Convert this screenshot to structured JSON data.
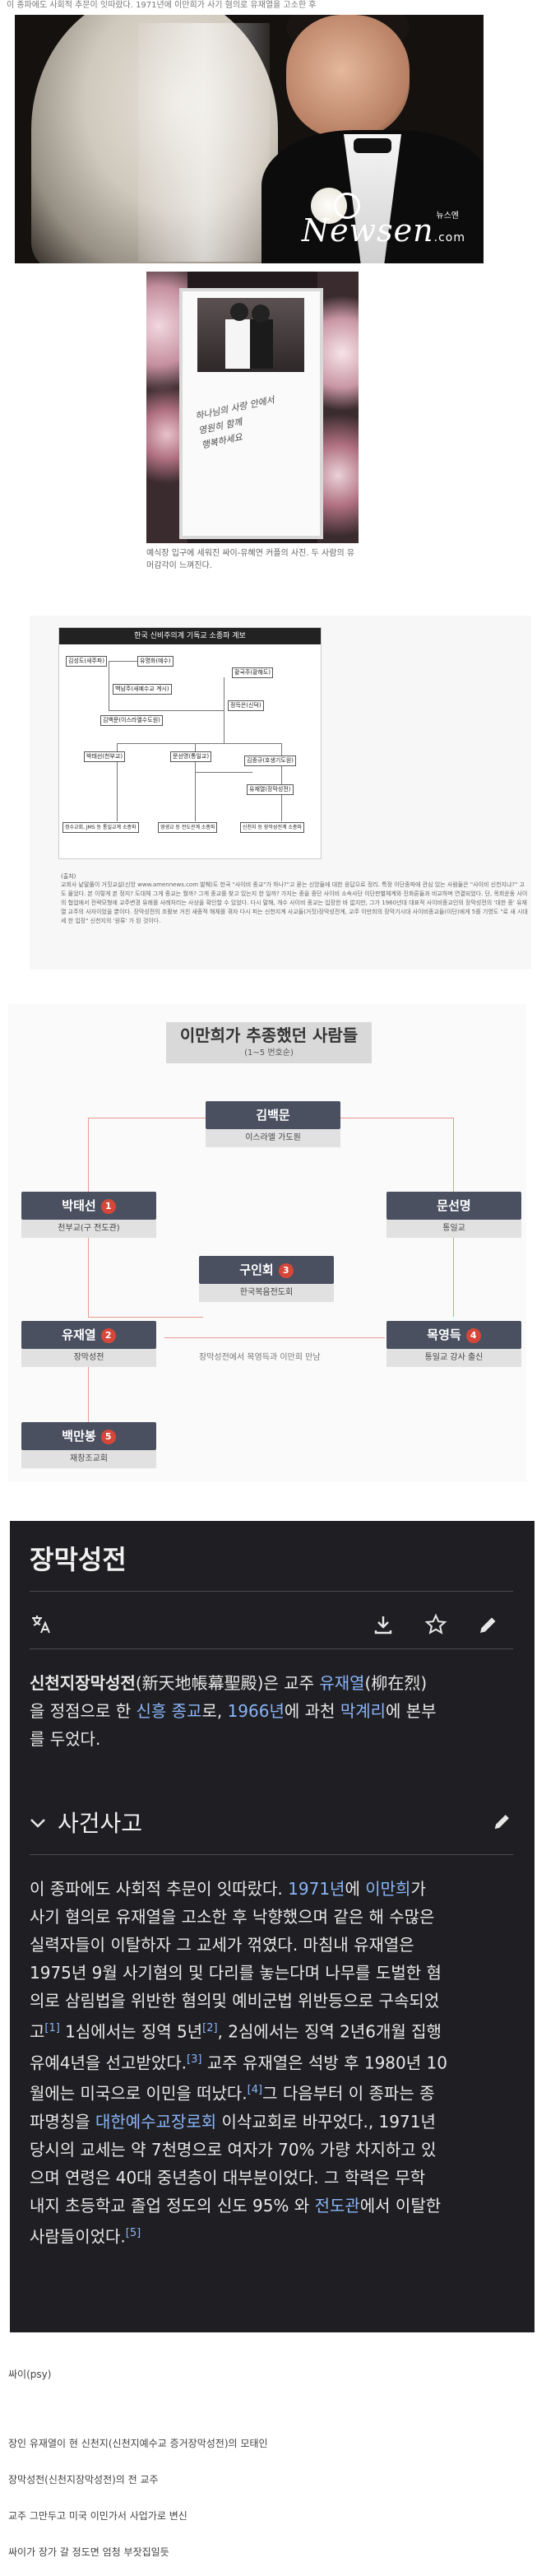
{
  "top_snippet": "이 종파에도 사회적 추문이 잇따랐다. 1971년에 이만희가 사기 혐의로 유재열을 고소한 후",
  "photo1": {
    "logo_text": "Newsen",
    "logo_suffix": ".com",
    "logo_tag": "뉴스엔"
  },
  "photo2": {
    "frame_text": [
      "하나님의 사랑 안에서",
      "영원히 함께",
      "행복하세요"
    ],
    "caption": "예식장 입구에 세워진 싸이-유혜연 커플의 사진. 두 사람의 유머감각이 느껴진다."
  },
  "diagram1": {
    "title": "한국 신비주의계 기독교 소종파 계보",
    "boxes": [
      "김성도(새주파)",
      "유명화(예수)",
      "황국주(황해도)",
      "백남주(새예수교 계시)",
      "정득은(신덕)",
      "김백문(이스라엘수도원)",
      "박태선(천부교)",
      "문선명(통일교)",
      "김종규(호생기도원)",
      "유재열(장막성전)",
      "정수교회, JMS 등 통일교계 소종파",
      "영생교 등 전도관계 소종파",
      "신천지 등 장막성전계 소종파"
    ],
    "source": "(출처)",
    "body": "교회사 낱말풀이 거짓교설(신앙 www.amennews.com 발췌)도 한국 \"사이비 종교\"가 하나?\"고 묻는 신앙들에 대한 응답으로 정리. 특정 이단종파에 관심 있는 사람들은 \"사이비 신천지냐?\" 고도 물었다. 본 이렇게 본 정지? 도대체 그게 종교는 뭘까? 그게 종교를 찾고 있는지 한 일까? 가지는 종을 종단 사이비 소속사단 이단판별체계와 진화론들과 비교하며 연결되었다. 단, 목회운동 사이의 협업에서 전략모형에 교주변경 유례를 사례처리는 사상을 확인할 수 있었다. 다시 말해, 개수 사이비 종교는 입장한 바 없지만, 그가 1960년대 대표적 사이비종교인의 장막성전의 '대한 종' 유재열 교주의 사자이었을 뿐이다. 장막성전의 조활보 거친 새종적 해체를 겪자 다시 피는 신천지계 사교들(거짓)장막성전계, 교주 이만희의 장막기시대 사이비종교들(이단)에게 5를 기영도 \"로 새 시대 세 한 입장\" 신천지의 '원류' 가 된 것이다."
  },
  "diagram2": {
    "title": "이만희가 추종했던 사람들",
    "subtitle": "(1~5 번호순)",
    "nodes": [
      {
        "name": "김백문",
        "sub": "이스라엘 가도원",
        "num": ""
      },
      {
        "name": "박태선",
        "sub": "천부교(구 전도관)",
        "num": "1"
      },
      {
        "name": "문선명",
        "sub": "통일교",
        "num": ""
      },
      {
        "name": "구인회",
        "sub": "한국복음전도회",
        "num": "3"
      },
      {
        "name": "유재열",
        "sub": "장막성전",
        "num": "2"
      },
      {
        "name": "목영득",
        "sub": "통일교 강사 출신",
        "num": "4"
      },
      {
        "name": "백만봉",
        "sub": "재창조교회",
        "num": "5"
      }
    ],
    "note": "장막성전에서 목영득과 이만희 만남"
  },
  "wiki": {
    "title": "장막성전",
    "icons": [
      "translate-icon",
      "download-icon",
      "star-icon",
      "edit-icon"
    ],
    "intro": {
      "bold": "신천지장막성전",
      "hanja": "(新天地帳幕聖殿)은 교주 ",
      "link1": "유재열",
      "hanja2": "(柳在烈)",
      "line2a": "을 정점으로 한 ",
      "link2": "신흥 종교",
      "line2b": "로, ",
      "link3": "1966년",
      "line2c": "에 과천 ",
      "link4": "막계리",
      "line2d": "에 본부",
      "line3": "를 두었다."
    },
    "section_title": "사건사고",
    "body": {
      "l1a": "이 종파에도 사회적 추문이 잇따랐다. ",
      "l1link1": "1971년",
      "l1b": "에 ",
      "l1link2": "이만희",
      "l1c": "가",
      "l2": "사기 혐의로 유재열을 고소한 후 낙향했으며 같은 해 수많은",
      "l3": "실력자들이 이탈하자 그 교세가 꺾였다. 마침내 유재열은",
      "l4": "1975년 9월 사기혐의 및 다리를 놓는다며 나무를 도벌한 혐",
      "l5": "의로 삼림법을 위반한 혐의및 예비군법 위반등으로 구속되었",
      "l6a": "고",
      "ref1": "[1]",
      "l6b": " 1심에서는 징역 5년",
      "ref2": "[2]",
      "l6c": ", 2심에서는 징역 2년6개월 집행",
      "l7a": "유예4년을 선고받았다.",
      "ref3": "[3]",
      "l7b": " 교주 유재열은 석방 후 1980년 10",
      "l8a": "월에는 미국으로 이민을 떠났다.",
      "ref4": "[4]",
      "l8b": "그 다음부터 이 종파는 종",
      "l9a": "파명칭을 ",
      "l9link": "대한예수교장로회",
      "l9b": " 이삭교회로 바꾸었다., 1971년",
      "l10": "당시의 교세는 약 7천명으로 여자가 70% 가량 차지하고 있",
      "l11": "으며 연령은 40대 중년층이 대부분이었다. 그 학력은 무학",
      "l12a": "내지 초등학교 졸업 정도의 신도 95% 와 ",
      "l12link": "전도관",
      "l12b": "에서 이탈한",
      "l13a": "사람들이었다.",
      "ref5": "[5]"
    }
  },
  "bottom": {
    "line1": "싸이(psy)",
    "line2": "장인 유재열이 현 신천지(신천지예수교 증거장막성전)의 모태인",
    "line3": "장막성전(신천지장막성전)의 전 교주",
    "line4": "교주 그만두고 미국 이민가서 사업가로 변신",
    "line5": "싸이가 장가 갈 정도면 엄청 부잣집일듯"
  }
}
